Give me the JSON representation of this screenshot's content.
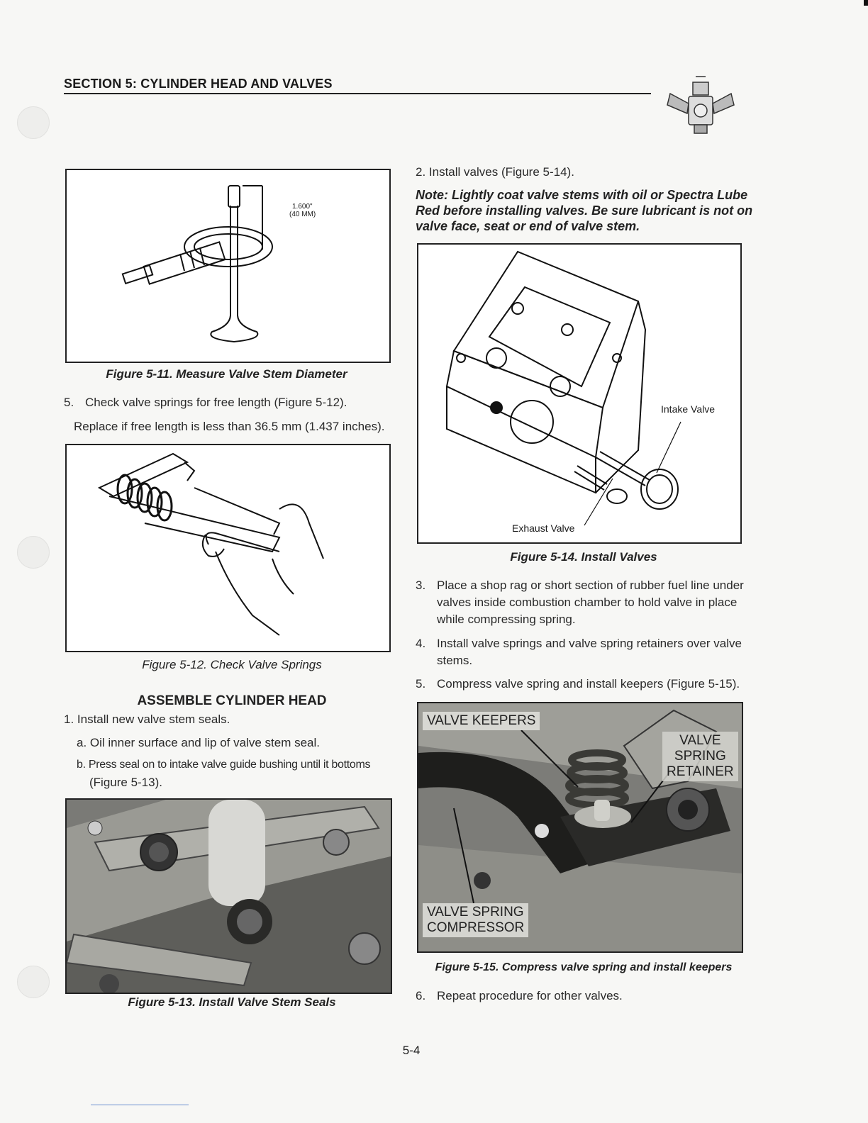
{
  "header": {
    "title": "SECTION 5: CYLINDER HEAD AND VALVES",
    "logo_icon": "engine-logo-icon"
  },
  "figures": {
    "fig_5_11": {
      "caption": "Figure 5-11. Measure Valve Stem Diameter",
      "label_line1": "1.600\"",
      "label_line2": "(40 MM)"
    },
    "fig_5_12": {
      "caption": "Figure 5-12. Check Valve Springs"
    },
    "fig_5_13": {
      "caption": "Figure 5-13. Install Valve Stem Seals"
    },
    "fig_5_14": {
      "caption": "Figure 5-14. Install Valves",
      "label_intake": "Intake Valve",
      "label_exhaust": "Exhaust Valve"
    },
    "fig_5_15": {
      "caption": "Figure 5-15. Compress valve spring and install keepers",
      "label_keepers": "VALVE KEEPERS",
      "label_retainer_1": "VALVE",
      "label_retainer_2": "SPRING",
      "label_retainer_3": "RETAINER",
      "label_compressor_1": "VALVE SPRING",
      "label_compressor_2": "COMPRESSOR"
    }
  },
  "left": {
    "step5_num": "5.",
    "step5_text": "Check valve springs for free length (Figure 5-12).",
    "step5_sub": "Replace if free length is less than 36.5 mm (1.437 inches).",
    "heading": "ASSEMBLE CYLINDER HEAD",
    "step1": "1. Install new valve stem seals.",
    "step1a": "a. Oil inner surface and lip of valve stem seal.",
    "step1b_line1": "b. Press seal on to intake valve guide bushing until it bottoms",
    "step1b_line2": "(Figure 5-13)."
  },
  "right": {
    "step2": "2. Install valves (Figure 5-14).",
    "note_line1": "Note: Lightly coat valve stems with oil or Spectra Lube",
    "note_line2": "Red before installing valves. Be sure lubricant is not on",
    "note_line3": "valve face, seat or end of valve stem.",
    "step3_num": "3.",
    "step3_line1": "Place a shop rag or short section of rubber fuel line under",
    "step3_line2": "valves inside combustion chamber to hold valve in place",
    "step3_line3": "while compressing spring.",
    "step4_num": "4.",
    "step4_line1": "Install valve springs and valve spring retainers over valve",
    "step4_line2": "stems.",
    "step5_num": "5.",
    "step5_text": "Compress valve spring and install keepers (Figure 5-15).",
    "step6_num": "6.",
    "step6_text": "Repeat procedure for other valves."
  },
  "footer": {
    "page_number": "5-4"
  }
}
